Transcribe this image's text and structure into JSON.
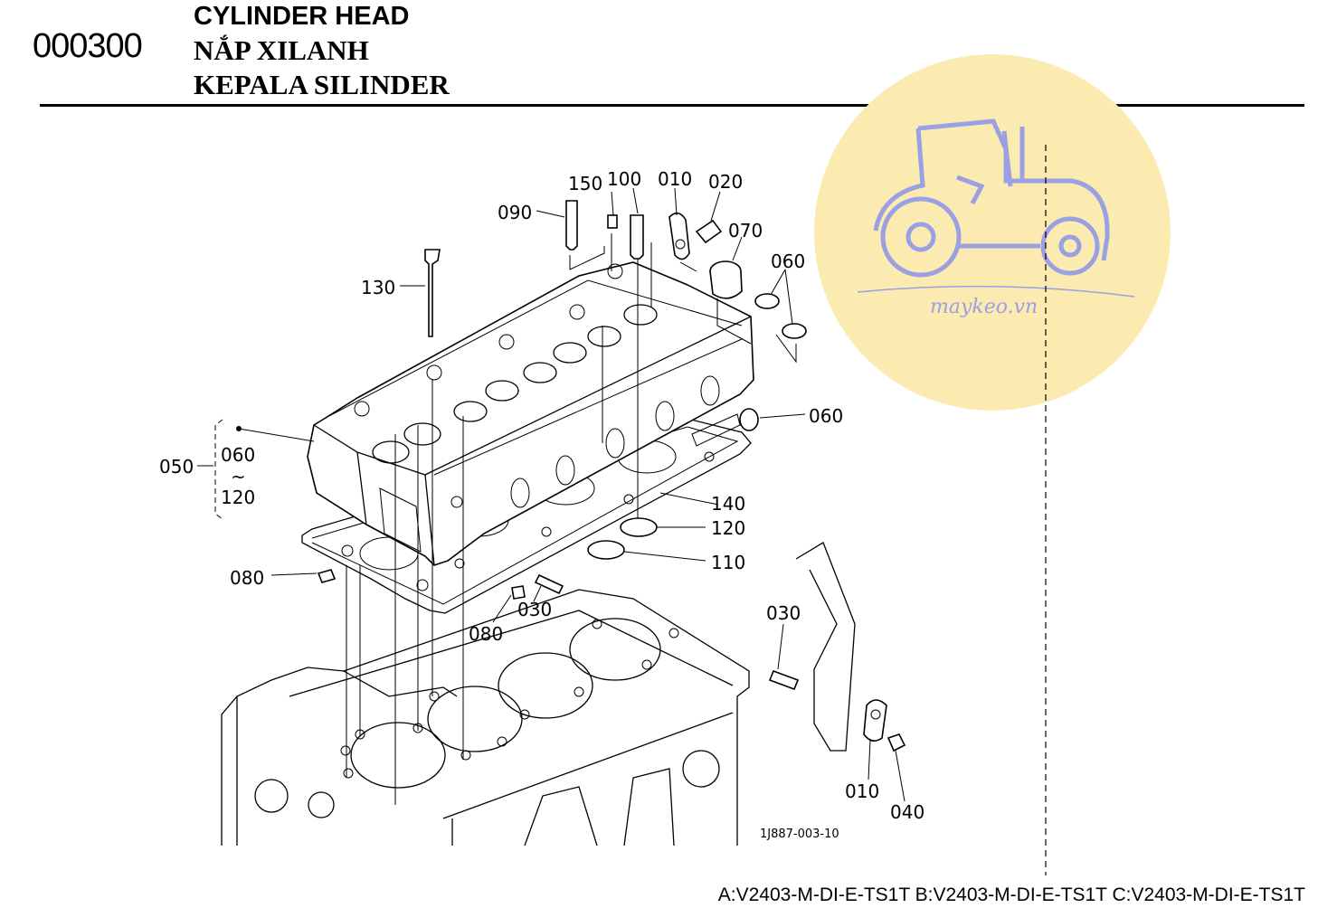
{
  "header": {
    "section_code": "000300",
    "title_en": "CYLINDER HEAD",
    "title_vi": "NẮP XILANH",
    "title_id": "KEPALA SILINDER"
  },
  "watermark": {
    "text": "maykeo.vn",
    "circle_color": "#FCEBB0",
    "logo_color": "#9B9FE3",
    "icon": "tractor-icon"
  },
  "callouts": {
    "c150": "150",
    "c100": "100",
    "c010_top": "010",
    "c020": "020",
    "c090": "090",
    "c070": "070",
    "c060_top": "060",
    "c130": "130",
    "c060_right": "060",
    "c050": "050",
    "c050_range_start": "060",
    "c050_range_tilde": "~",
    "c050_range_end": "120",
    "c140": "140",
    "c120": "120",
    "c110": "110",
    "c080_left": "080",
    "c030_mid": "030",
    "c080_bottom": "080",
    "c030_right": "030",
    "c010_bottom": "010",
    "c040": "040"
  },
  "drawing_number": "1J887-003-10",
  "footer": {
    "models": "A:V2403-M-DI-E-TS1T B:V2403-M-DI-E-TS1T C:V2403-M-DI-E-TS1T"
  }
}
